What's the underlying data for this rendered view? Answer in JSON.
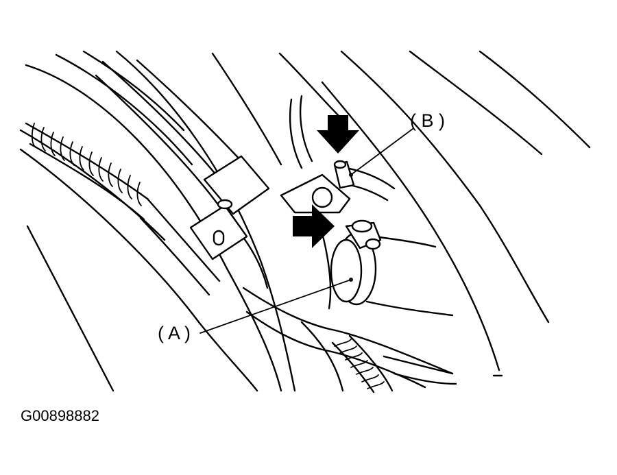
{
  "figure": {
    "labels": {
      "a": "( A )",
      "b": "( B )"
    },
    "figure_code": "G00898882"
  }
}
